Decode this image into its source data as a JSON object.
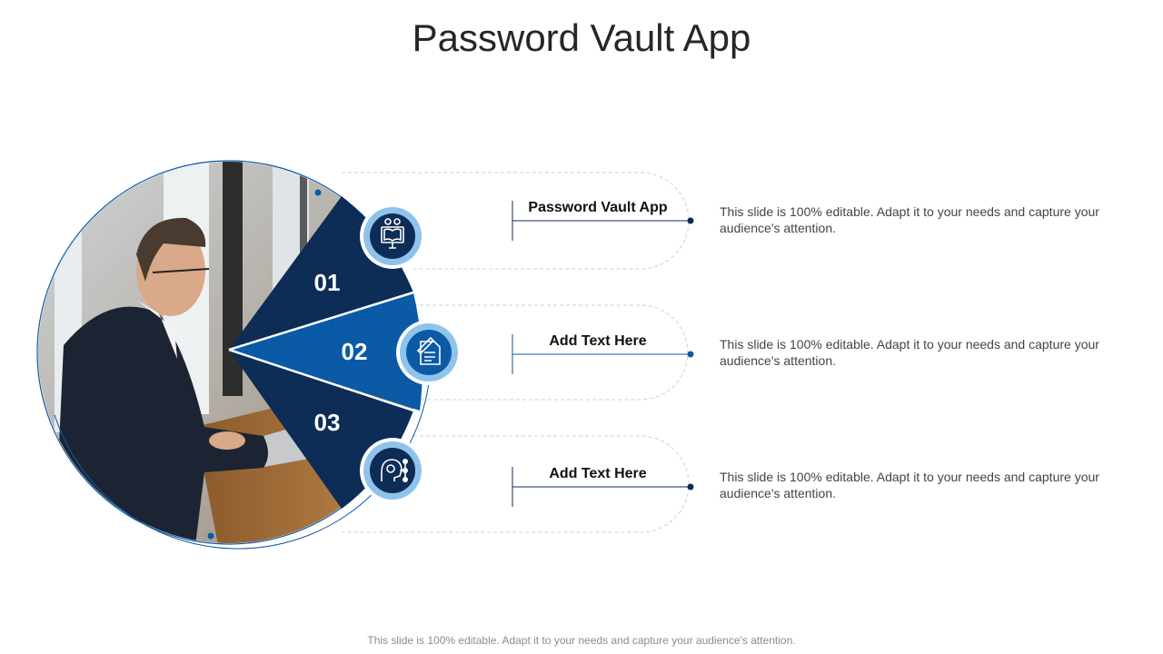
{
  "title": "Password Vault App",
  "items": [
    {
      "number": "01",
      "heading": "Password Vault App",
      "description": "This slide is 100% editable. Adapt it to your needs and capture your audience's attention.",
      "icon": "monitor-book-icon"
    },
    {
      "number": "02",
      "heading": "Add Text Here",
      "description": "This slide is 100% editable. Adapt it to your needs and capture your audience's attention.",
      "icon": "document-pen-icon"
    },
    {
      "number": "03",
      "heading": "Add Text Here",
      "description": "This slide is 100% editable. Adapt it to your needs and capture your audience's attention.",
      "icon": "brain-network-icon"
    }
  ],
  "footer": "This slide is 100% editable. Adapt it to your needs and capture your audience's attention.",
  "colors": {
    "dark_navy": "#0d2c56",
    "accent_blue": "#0b5aa6",
    "light_blue": "#8fc3ec",
    "line": "#c8c8c8"
  }
}
